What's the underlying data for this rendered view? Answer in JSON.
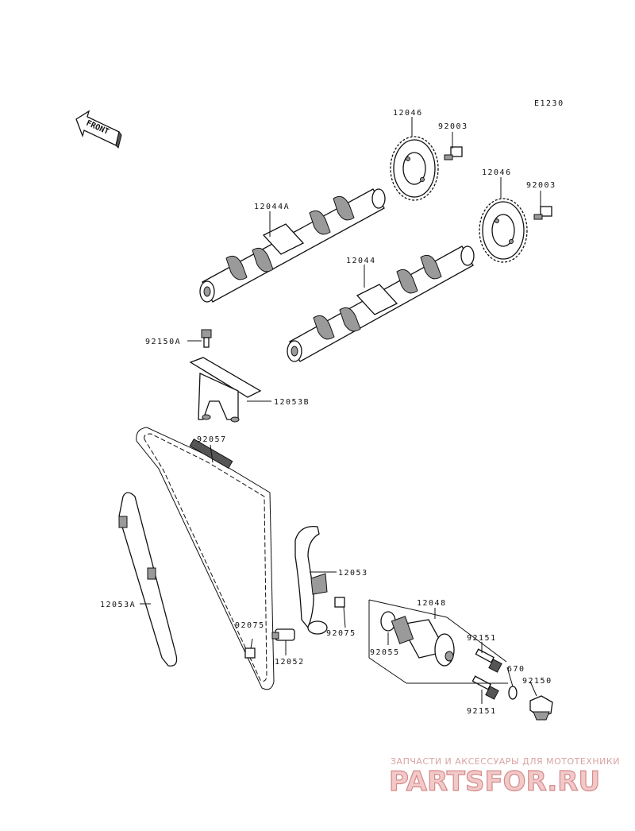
{
  "diagram": {
    "code": "E1230",
    "front_label": "FRONT",
    "parts": {
      "sprocket_upper": "12046",
      "bolt_upper": "92003",
      "sprocket_lower": "12046",
      "bolt_lower": "92003",
      "camshaft_a": "12044A",
      "camshaft": "12044",
      "bolt_guide_top": "92150A",
      "guide_top": "12053B",
      "chain": "92057",
      "guide_right": "12053",
      "guide_left": "12053A",
      "tensioner": "12048",
      "oring": "92055",
      "damper_left": "92075",
      "damper_right": "92075",
      "pin": "12052",
      "bolt_tensioner_top": "92151",
      "bolt_tensioner_bottom": "92151",
      "gasket": "670",
      "cap_bolt": "92150"
    }
  },
  "watermark": {
    "tagline": "ЗАПЧАСТИ И АКСЕССУАРЫ ДЛЯ МОТОТЕХНИКИ",
    "brand": "PARTSFOR.RU"
  }
}
